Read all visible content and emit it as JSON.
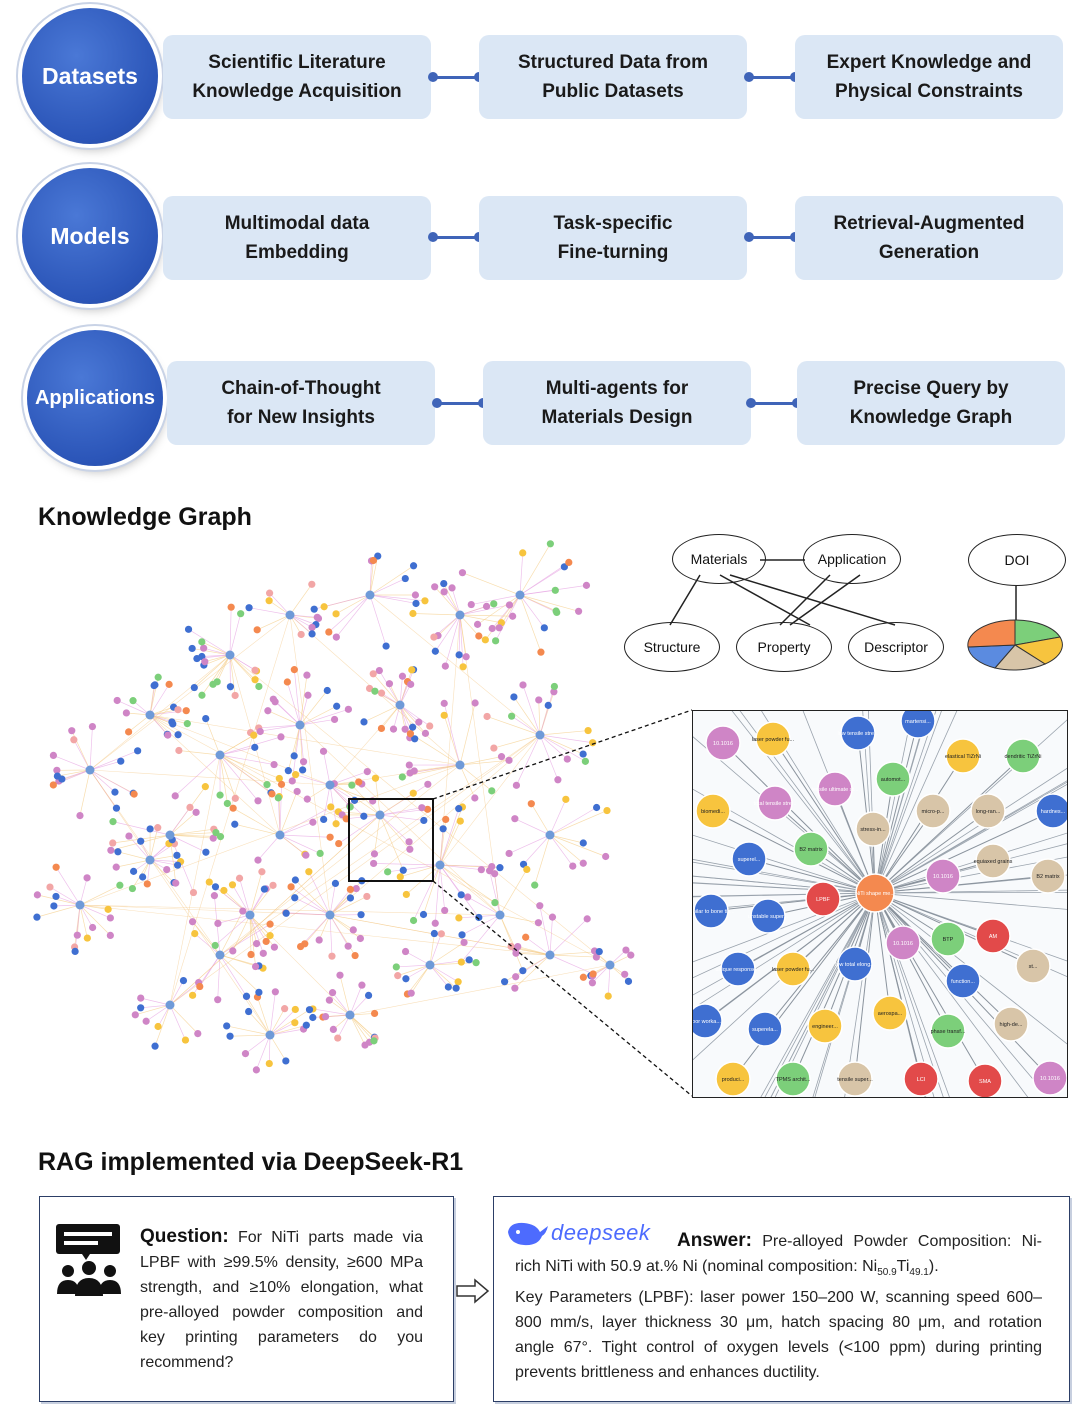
{
  "rows": [
    {
      "label": "Datasets",
      "items": [
        "Scientific Literature\nKnowledge Acquisition",
        "Structured Data from\nPublic Datasets",
        "Expert Knowledge and\nPhysical Constraints"
      ]
    },
    {
      "label": "Models",
      "items": [
        "Multimodal data\nEmbedding",
        "Task-specific\nFine-turning",
        "Retrieval-Augmented\nGeneration"
      ]
    },
    {
      "label": "Applications",
      "items": [
        "Chain-of-Thought\nfor New Insights",
        "Multi-agents for\nMaterials Design",
        "Precise Query by\nKnowledge Graph"
      ]
    }
  ],
  "kg": {
    "title": "Knowledge Graph",
    "legend": {
      "materials": "Materials",
      "application": "Application",
      "structure": "Structure",
      "property": "Property",
      "descriptor": "Descriptor",
      "doi": "DOI"
    },
    "colors": {
      "materials": "#f4894f",
      "application": "#f7c43e",
      "structure": "#7ccf7a",
      "property": "#3f6fd1",
      "descriptor": "#d8c5a8",
      "doi": "#cf85c6",
      "red": "#e24a4a"
    },
    "zoom_nodes": [
      "10.1016",
      "laser powder fu...",
      "low tensile stre...",
      "martensi...",
      "elastical TiZrNi",
      "dendritic TiZrNi",
      "automot...",
      "biomedi...",
      "total tensile stre...",
      "tensile ultimate st...",
      "micro-p...",
      "long-ran...",
      "hardnes...",
      "stress-in...",
      "B2 matrix",
      "superel...",
      "equiaxed grains",
      "10.1016",
      "B2 matrix",
      "similar to bone tis...",
      "unstable super...",
      "LPBF",
      "NiTi shape me...",
      "10.1016",
      "BTP",
      "AM",
      "unique response...",
      "laser powder fu...",
      "low total elong...",
      "function...",
      "st...",
      "poor worka...",
      "superela...",
      "engineer...",
      "aerospa...",
      "phase transf...",
      "high-de...",
      "produci...",
      "TPMS archit...",
      "tensile super...",
      "LCI",
      "SMA",
      "10.1016"
    ]
  },
  "rag": {
    "title": "RAG implemented via DeepSeek-R1",
    "question_label": "Question:",
    "question": "For NiTi parts made via LPBF with ≥99.5% density, ≥600 MPa strength, and ≥10% elongation, what pre-alloyed powder composition and key printing parameters do you recommend?",
    "deepseek_logo": "deepseek",
    "answer_label": "Answer:",
    "answer_line1": "Pre-alloyed Powder Composition: Ni-rich NiTi with 50.9 at.% Ni (nominal composition: ",
    "answer_formula": "Ni50.9Ti49.1",
    "answer_line2": "Key Parameters (LPBF): laser power 150–200 W, scanning speed 600–800 mm/s, layer thickness 30 μm, hatch spacing 80 μm, and rotation angle 67°. Tight control of oxygen levels (<100 ppm) during printing prevents brittleness and enhances ductility."
  }
}
